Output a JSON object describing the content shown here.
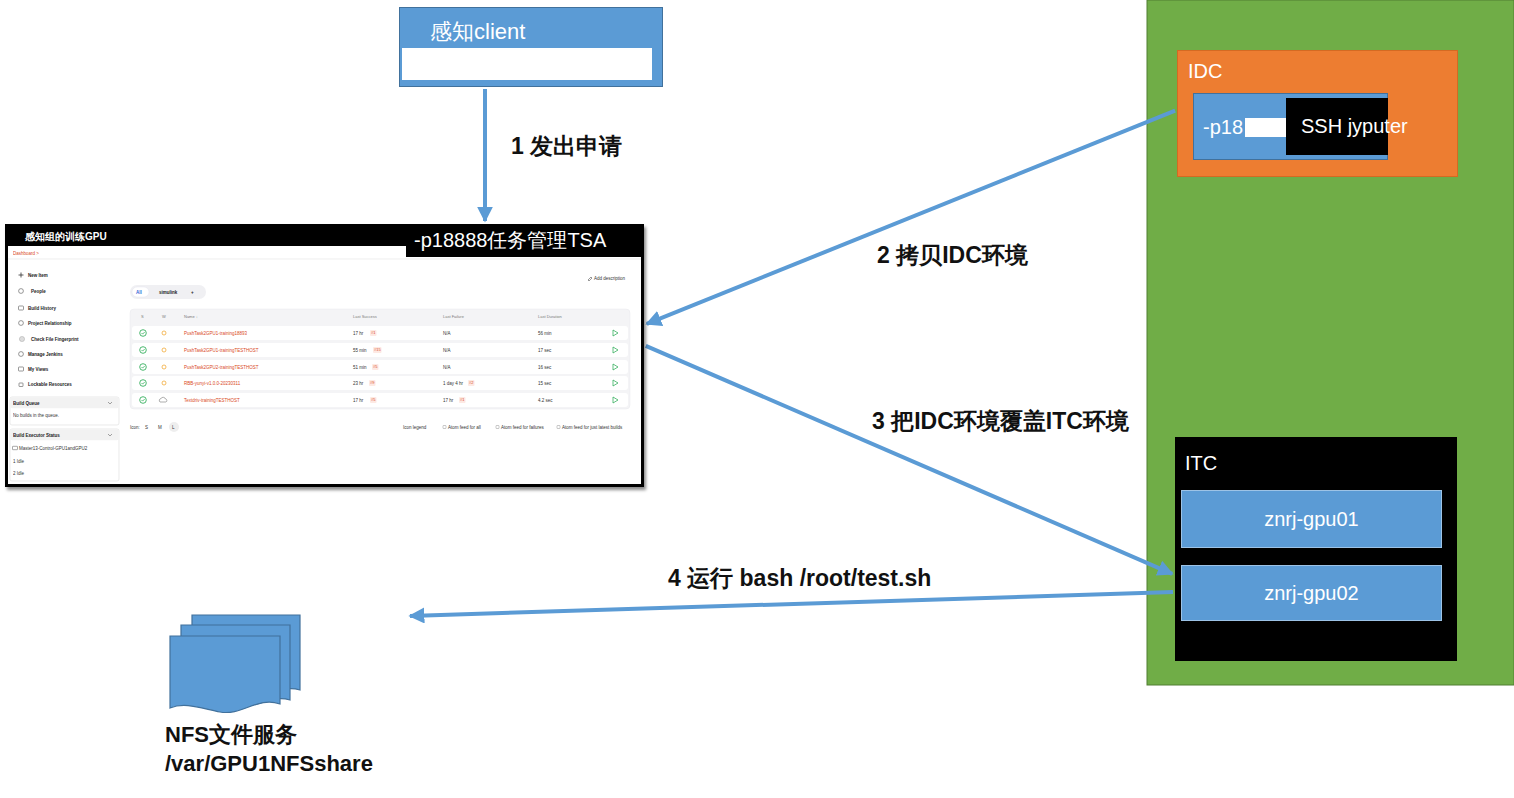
{
  "diagram": {
    "nodes": [
      {
        "text": [
          "感知client"
        ]
      },
      {
        "text": [
          "感知组的训练GPU",
          "-p18888任务管理TSA"
        ]
      },
      {
        "text": [
          "IDC"
        ]
      },
      {
        "text": [
          "-p18"
        ],
        "in": 2
      },
      {
        "text": [
          "SSH jyputer"
        ],
        "in": 3
      },
      {
        "text": [
          "ITC"
        ]
      },
      {
        "text": [
          "znrj-gpu01"
        ],
        "in": 5
      },
      {
        "text": [
          "znrj-gpu02"
        ],
        "in": 5
      },
      {
        "text": [
          "NFS文件服务 /var/GPU1NFSshare"
        ]
      }
    ],
    "edges": [
      {
        "from": 0,
        "to": 1,
        "label": "1 发出申请",
        "arrow": "to"
      },
      {
        "from": 2,
        "to": 1,
        "label": "2 拷贝IDC环境",
        "arrow": "to"
      },
      {
        "from": 1,
        "to": 5,
        "label": "3 把IDC环境覆盖ITC环境",
        "arrow": "to"
      },
      {
        "from": 5,
        "to": 8,
        "label": "4 运行 bash /root/test.sh",
        "arrow": "to"
      }
    ],
    "labels": [
      "Dashboard >",
      "New Item",
      "People",
      "Build History",
      "Project Relationship",
      "Check File Fingerprint",
      "Manage Jenkins",
      "My Views",
      "Lockable Resources",
      "Build Queue",
      "No builds in the queue.",
      "Build Executor Status",
      "Master13-Control-GPU1andGPU2",
      "1 Idle",
      "2 Idle",
      "All",
      "simulink",
      "+",
      "Add description",
      "S",
      "W",
      "Name ↓",
      "Last Success",
      "Last Failure",
      "Last Duration",
      "PushTask2GPU1-training18893",
      "17 hr",
      "#1",
      "N/A",
      "56 min",
      "PushTask2GPU1-trainingTESTHOST",
      "55 min",
      "#15",
      "N/A",
      "17 sec",
      "PushTask2GPU2-trainingTESTHOST",
      "51 min",
      "#5",
      "N/A",
      "16 sec",
      "RBB-yunyi-v1.0.0-20230311",
      "23 hr",
      "#9",
      "1 day 4 hr",
      "#2",
      "15 sec",
      "Textdriv-trainingTESTHOST",
      "17 hr",
      "#5",
      "17 hr",
      "#1",
      "4.2 sec",
      "Icon:",
      "S",
      "M",
      "L",
      "Icon legend",
      "Atom feed for all",
      "Atom feed for failures",
      "Atom feed for just latest builds"
    ]
  }
}
